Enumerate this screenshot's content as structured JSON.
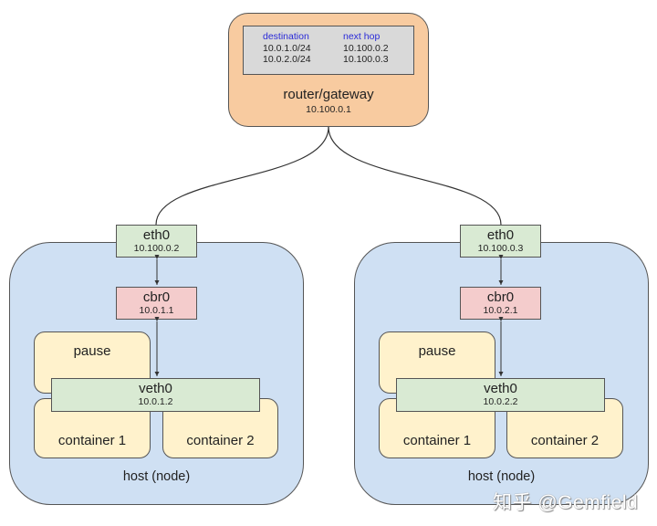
{
  "router": {
    "title": "router/gateway",
    "ip": "10.100.0.1",
    "routing_table": {
      "headers": [
        "destination",
        "next hop"
      ],
      "rows": [
        [
          "10.0.1.0/24",
          "10.100.0.2"
        ],
        [
          "10.0.2.0/24",
          "10.100.0.3"
        ]
      ]
    }
  },
  "hosts": [
    {
      "label": "host (node)",
      "eth0": {
        "name": "eth0",
        "ip": "10.100.0.2"
      },
      "cbr0": {
        "name": "cbr0",
        "ip": "10.0.1.1"
      },
      "veth0": {
        "name": "veth0",
        "ip": "10.0.1.2"
      },
      "pause": "pause",
      "container1": "container 1",
      "container2": "container 2"
    },
    {
      "label": "host (node)",
      "eth0": {
        "name": "eth0",
        "ip": "10.100.0.3"
      },
      "cbr0": {
        "name": "cbr0",
        "ip": "10.0.2.1"
      },
      "veth0": {
        "name": "veth0",
        "ip": "10.0.2.2"
      },
      "pause": "pause",
      "container1": "container 1",
      "container2": "container 2"
    }
  ],
  "watermark": "知乎 @Gemfield",
  "colors": {
    "router_fill": "#f8cba0",
    "table_fill": "#d9d9d9",
    "table_header_text": "#2a2ad8",
    "host_fill": "#cfe0f3",
    "eth_veth_fill": "#d9ead3",
    "bridge_fill": "#f4cccc",
    "pod_fill": "#fff2cc"
  }
}
